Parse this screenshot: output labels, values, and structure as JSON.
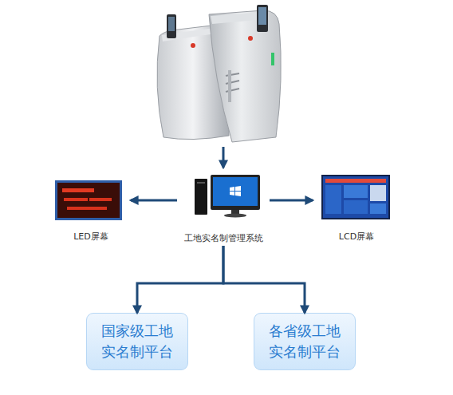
{
  "diagram": {
    "nodes": [
      {
        "text": [
          "工地实名制管理系统"
        ]
      },
      {
        "text": [
          "LED屏幕"
        ]
      },
      {
        "text": [
          "LCD屏幕"
        ]
      },
      {
        "text": [
          "国家级工地 实名制平台"
        ]
      },
      {
        "text": [
          "各省级工地 实名制平台"
        ]
      }
    ],
    "edges": [
      {
        "from": 0,
        "to": 1,
        "arrow": "to"
      },
      {
        "from": 0,
        "to": 2,
        "arrow": "to"
      },
      {
        "from": 0,
        "to": 3,
        "arrow": "to"
      },
      {
        "from": 0,
        "to": 4,
        "arrow": "to"
      }
    ]
  }
}
